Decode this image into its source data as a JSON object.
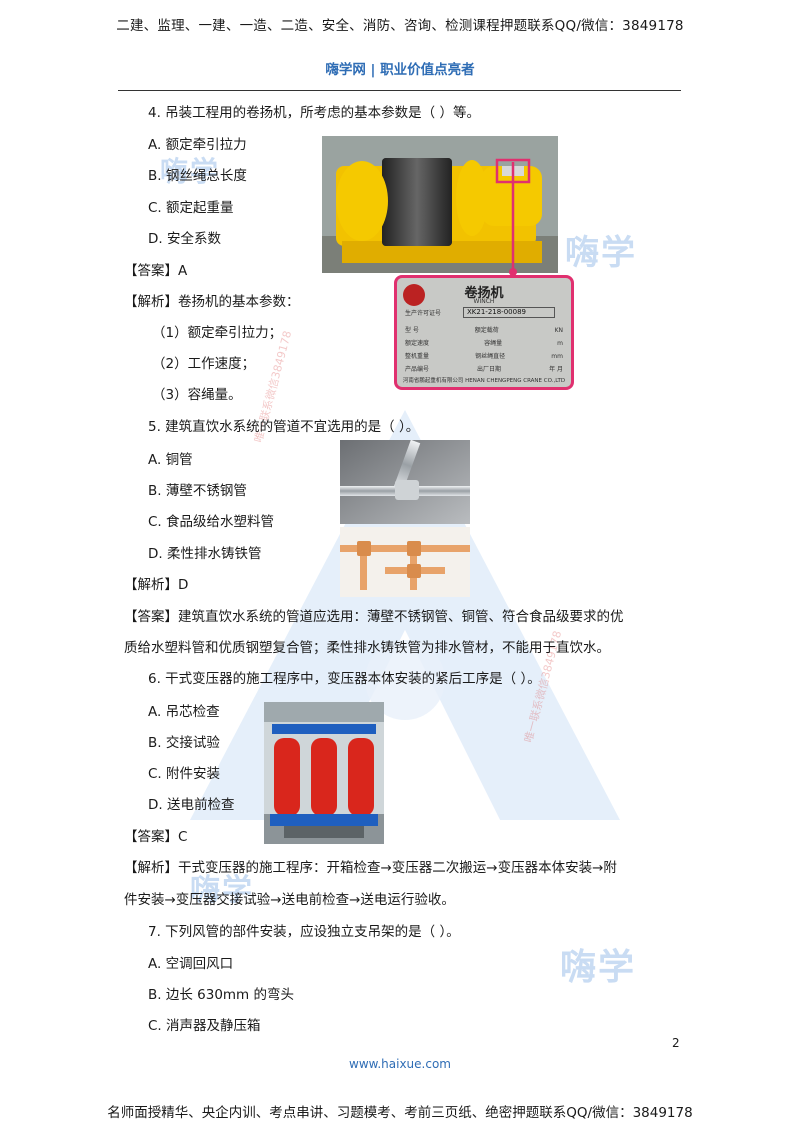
{
  "header": {
    "top_line": "二建、监理、一建、一造、二造、安全、消防、咨询、检测课程押题联系QQ/微信：3849178",
    "brand_line": "嗨学网 | 职业价值点亮者"
  },
  "watermark": {
    "logo_text": "嗨学",
    "contact_text": "唯一联系微信3849178"
  },
  "q4": {
    "stem": "4.  吊装工程用的卷扬机，所考虑的基本参数是（    ）等。",
    "options": [
      "A.  额定牵引拉力",
      "B.  钢丝绳总长度",
      "C.  额定起重量",
      "D.  安全系数"
    ],
    "answer": "【答案】A",
    "analysis_title": "【解析】卷扬机的基本参数：",
    "analysis_items": [
      "（1）额定牵引拉力；",
      "（2）工作速度；",
      "（3）容绳量。"
    ],
    "plate": {
      "title": "卷扬机",
      "subtitle": "WINCH",
      "license_label": "生产许可证号",
      "license_no": "XK21-218-00089",
      "row1": [
        "型    号",
        "额定载荷",
        "KN"
      ],
      "row2": [
        "额定速度",
        "容绳量",
        "m"
      ],
      "row3": [
        "整机重量",
        "钢丝绳直径",
        "mm"
      ],
      "row4": [
        "产品编号",
        "出厂日期",
        "年  月"
      ],
      "maker": "河南省鹏起重机有限公司",
      "maker_en": "HENAN CHENGPENG CRANE CO.,LTD"
    }
  },
  "q5": {
    "stem": "5.  建筑直饮水系统的管道不宜选用的是（      ）。",
    "options": [
      "A.  铜管",
      "B.  薄壁不锈钢管",
      "C.  食品级给水塑料管",
      "D.  柔性排水铸铁管"
    ],
    "analysis": "【解析】D",
    "answer_line1": "【答案】建筑直饮水系统的管道应选用：薄壁不锈钢管、铜管、符合食品级要求的优",
    "answer_line2": "质给水塑料管和优质钢塑复合管；柔性排水铸铁管为排水管材，不能用于直饮水。"
  },
  "q6": {
    "stem": "6.  干式变压器的施工程序中，变压器本体安装的紧后工序是（   ）。",
    "options": [
      "A.  吊芯检查",
      "B.  交接试验",
      "C.  附件安装",
      "D.  送电前检查"
    ],
    "answer": "【答案】C",
    "analysis_line1": "【解析】干式变压器的施工程序：开箱检查→变压器二次搬运→变压器本体安装→附",
    "analysis_line2": "件安装→变压器交接试验→送电前检查→送电运行验收。"
  },
  "q7": {
    "stem": "7.  下列风管的部件安装，应设独立支吊架的是（      ）。",
    "options": [
      "A.  空调回风口",
      "B.  边长 630mm 的弯头",
      "C.  消声器及静压箱"
    ]
  },
  "footer": {
    "page_number": "2",
    "url": "www.haixue.com",
    "text": "名师面授精华、央企内训、考点串讲、习题模考、考前三页纸、绝密押题联系QQ/微信：3849178"
  },
  "colors": {
    "brand_blue": "#2f6db5",
    "watermark_blue": "#c9dcf3",
    "winch_yellow": "#f2c200",
    "highlight_pink": "#e0306f",
    "transformer_red": "#d9261c"
  }
}
